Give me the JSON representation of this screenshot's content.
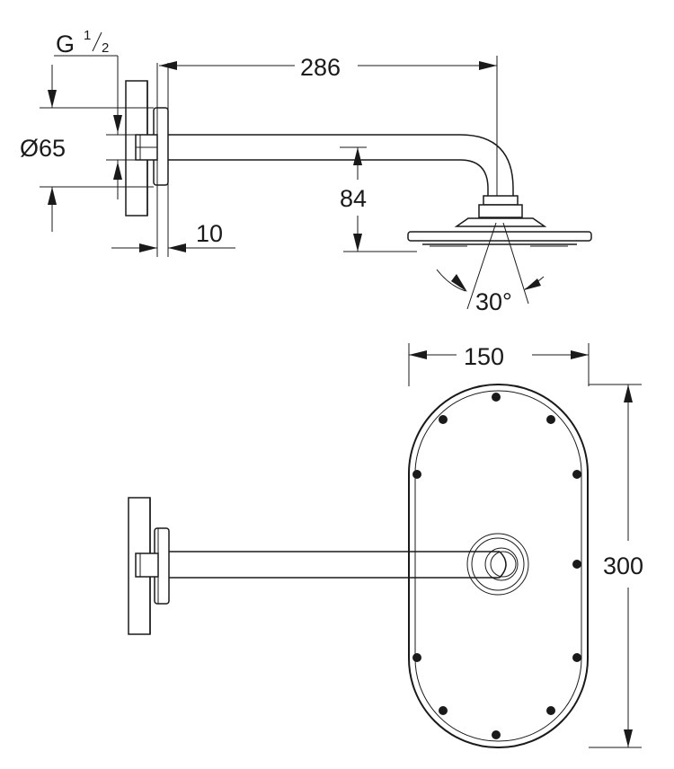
{
  "labels": {
    "thread_g": "G",
    "thread_num": "1",
    "thread_den": "2",
    "diameter": "Ø65",
    "arm_length": "286",
    "drop": "84",
    "flange_depth": "10",
    "tilt_angle": "30°",
    "plate_width": "150",
    "plate_height": "300"
  }
}
